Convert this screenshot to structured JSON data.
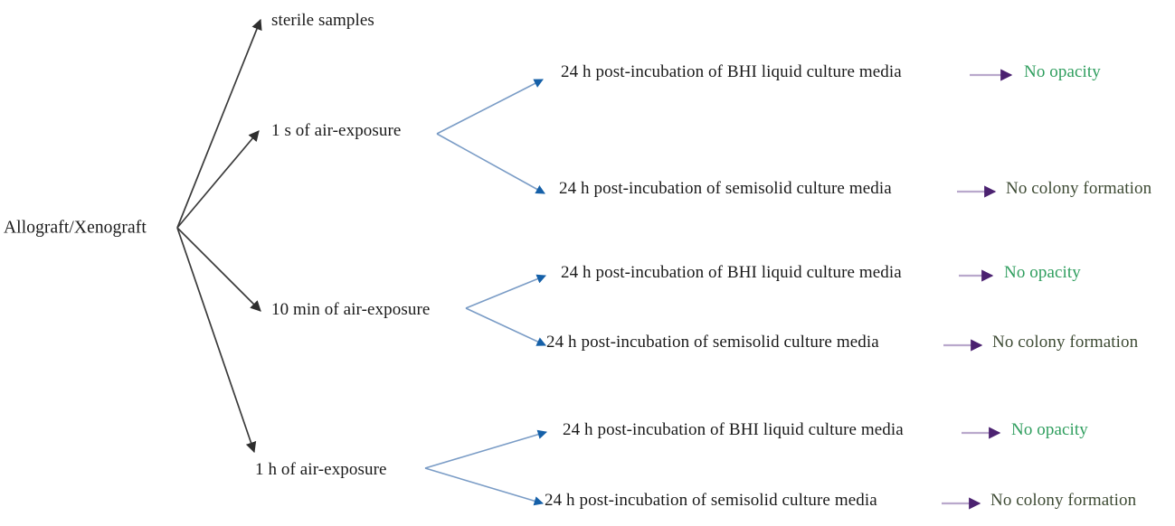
{
  "diagram": {
    "type": "flow-tree",
    "title": "Allograft/Xenograft air-exposure sterility testing flow",
    "colors": {
      "text": "#1a1a1a",
      "black_edge": "#3b3b3b",
      "blue_edge": "#7a9cc6",
      "blue_arrowhead": "#1560a8",
      "purple_edge": "#b9a8cc",
      "purple_arrowhead": "#4b2170",
      "result_positive": "#2f9e5e",
      "result_neutral": "#3d4a33",
      "background": "#ffffff"
    },
    "root": {
      "label": "Allograft/Xenograft"
    },
    "branches": [
      {
        "id": "sterile",
        "label": "sterile samples",
        "children": []
      },
      {
        "id": "1s",
        "label": "1 s of air-exposure",
        "children": [
          {
            "media": "24 h post-incubation of BHI liquid culture media",
            "result": "No opacity",
            "result_style": "green"
          },
          {
            "media": "24 h post-incubation of semisolid culture media",
            "result": "No colony formation",
            "result_style": "dark"
          }
        ]
      },
      {
        "id": "10min",
        "label": "10 min of air-exposure",
        "children": [
          {
            "media": "24 h post-incubation of BHI liquid culture media",
            "result": "No opacity",
            "result_style": "green"
          },
          {
            "media": "24 h post-incubation of semisolid culture media",
            "result": "No colony formation",
            "result_style": "dark"
          }
        ]
      },
      {
        "id": "1h",
        "label": "1 h of air-exposure",
        "children": [
          {
            "media": "24 h post-incubation of BHI liquid culture media",
            "result": "No opacity",
            "result_style": "green"
          },
          {
            "media": "24 h post-incubation of semisolid culture media",
            "result": "No colony formation",
            "result_style": "dark"
          }
        ]
      }
    ]
  }
}
